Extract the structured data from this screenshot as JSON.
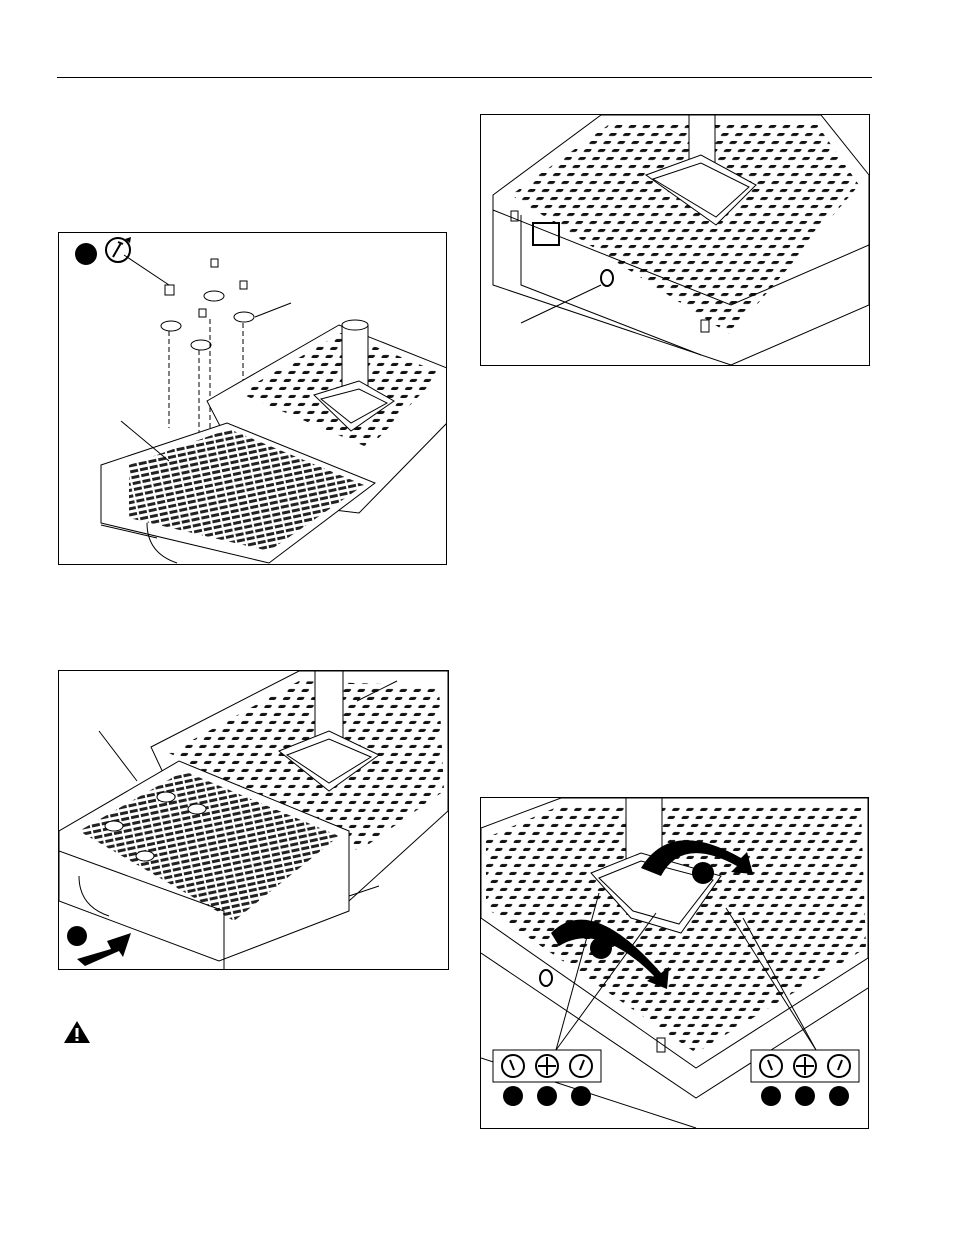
{
  "page": {
    "header_rule": true
  },
  "figures": [
    {
      "id": "fig-a",
      "description_icon": "wrench-rotate-icon",
      "callout_markers": 1
    },
    {
      "id": "fig-b",
      "callout_markers": 0
    },
    {
      "id": "fig-c",
      "callout_markers": 1
    },
    {
      "id": "fig-d",
      "callout_markers": 8
    }
  ],
  "warning": {
    "icon": "warning-triangle-icon"
  },
  "colors": {
    "line": "#000000",
    "fill": "#ffffff",
    "hatch": "#222222"
  }
}
